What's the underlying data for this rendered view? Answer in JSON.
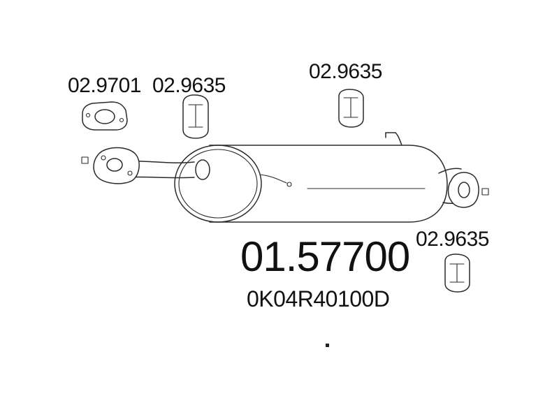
{
  "diagram": {
    "part_refs": [
      "02.9701",
      "02.9635",
      "02.9635",
      "02.9635"
    ],
    "main_part_number": "01.57700",
    "oem_number": "0K04R40100D"
  }
}
